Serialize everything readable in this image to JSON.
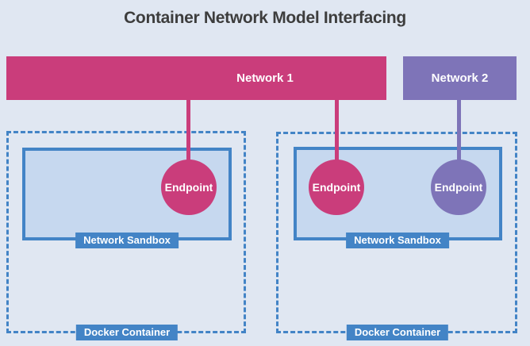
{
  "title": "Container Network Model Interfacing",
  "colors": {
    "background": "#e0e7f2",
    "pink": "#ca3d7b",
    "purple": "#7e74b8",
    "blue": "#4384c6",
    "sandbox-fill": "#c6d8ef",
    "title-text": "#3d3d3d",
    "label-text": "#ffffff"
  },
  "networks": [
    {
      "label": "Network 1",
      "color": "#ca3d7b"
    },
    {
      "label": "Network 2",
      "color": "#7e74b8"
    }
  ],
  "containers": [
    {
      "docker_label": "Docker Container",
      "sandbox_label": "Network Sandbox",
      "endpoints": [
        {
          "label": "Endpoint",
          "connects_to": "Network 1",
          "color": "#ca3d7b"
        }
      ]
    },
    {
      "docker_label": "Docker Container",
      "sandbox_label": "Network Sandbox",
      "endpoints": [
        {
          "label": "Endpoint",
          "connects_to": "Network 1",
          "color": "#ca3d7b"
        },
        {
          "label": "Endpoint",
          "connects_to": "Network 2",
          "color": "#7e74b8"
        }
      ]
    }
  ]
}
